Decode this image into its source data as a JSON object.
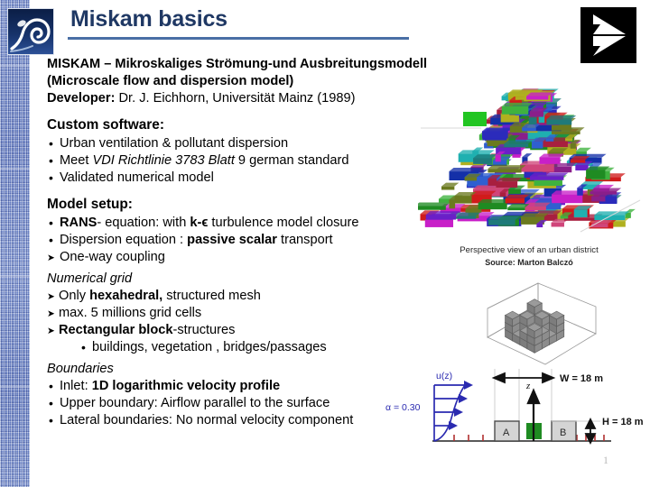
{
  "slide": {
    "title": "Miskam basics",
    "page_number": "1",
    "accent_color": "#1f3864",
    "rule_color": "#4a6fa5",
    "background": "#ffffff",
    "strip_color": "#7e96cf"
  },
  "logos": {
    "left": "wave-logo",
    "right": "triangle-arrow-logo"
  },
  "body": {
    "intro": {
      "line1": "MISKAM – Mikroskaliges Strömung-und Ausbreitungsmodell",
      "line2": "(Microscale flow and dispersion model)",
      "developer_label": "Developer:",
      "developer_value": " Dr. J. Eichhorn, Universität Mainz  (1989)"
    },
    "custom_software": {
      "heading": "Custom software:",
      "items": [
        {
          "pre": "Urban ventilation & pollutant dispersion",
          "em": "",
          "post": ""
        },
        {
          "pre": "Meet ",
          "em": "VDI Richtlinie 3783 Blatt",
          "post": " 9  german standard"
        },
        {
          "pre": "Validated  numerical model",
          "em": "",
          "post": ""
        }
      ]
    },
    "model_setup": {
      "heading": "Model setup:",
      "items": [
        {
          "marker": "bullet",
          "a": "",
          "b1": "RANS",
          "c": "- equation: with ",
          "b2": "k-ϵ",
          "d": " turbulence model closure"
        },
        {
          "marker": "bullet",
          "a": "Dispersion equation : ",
          "b1": "passive scalar",
          "c": " transport",
          "b2": "",
          "d": ""
        },
        {
          "marker": "arrow",
          "a": " One-way coupling",
          "b1": "",
          "c": "",
          "b2": "",
          "d": ""
        }
      ]
    },
    "numerical_grid": {
      "heading": "Numerical grid",
      "items": [
        {
          "marker": "arrow",
          "a": "Only ",
          "b1": "hexahedral,",
          "c": " structured  mesh"
        },
        {
          "marker": "arrow",
          "a": "max. 5 millions grid cells",
          "b1": "",
          "c": ""
        },
        {
          "marker": "arrow",
          "a": "",
          "b1": "Rectangular block",
          "c": "-structures"
        },
        {
          "marker": "subbullet",
          "a": "buildings, vegetation , bridges/passages",
          "b1": "",
          "c": ""
        }
      ]
    },
    "boundaries": {
      "heading": "Boundaries",
      "items": [
        {
          "a": "Inlet: ",
          "b1": "1D logarithmic velocity profile",
          "c": ""
        },
        {
          "a": "Upper boundary: Airflow parallel to the surface",
          "b1": "",
          "c": ""
        },
        {
          "a": "Lateral boundaries: No normal velocity component",
          "b1": "",
          "c": ""
        }
      ]
    }
  },
  "figures": {
    "city": {
      "name": "urban-district-render",
      "caption_line1": "Perspective view of  an urban district",
      "caption_line2": "Source: Marton Balczó"
    },
    "mesh": {
      "name": "hexahedral-mesh-cubes"
    },
    "street": {
      "name": "street-canyon-diagram",
      "velocity_label": "u(z)",
      "alpha_label": "α = 0.30",
      "height_axis_label": "z",
      "width_label": "W = 18 m",
      "height_label": "H = 18 m",
      "block_a": "A",
      "block_b": "B",
      "profile_color": "#2a2ab0"
    }
  }
}
